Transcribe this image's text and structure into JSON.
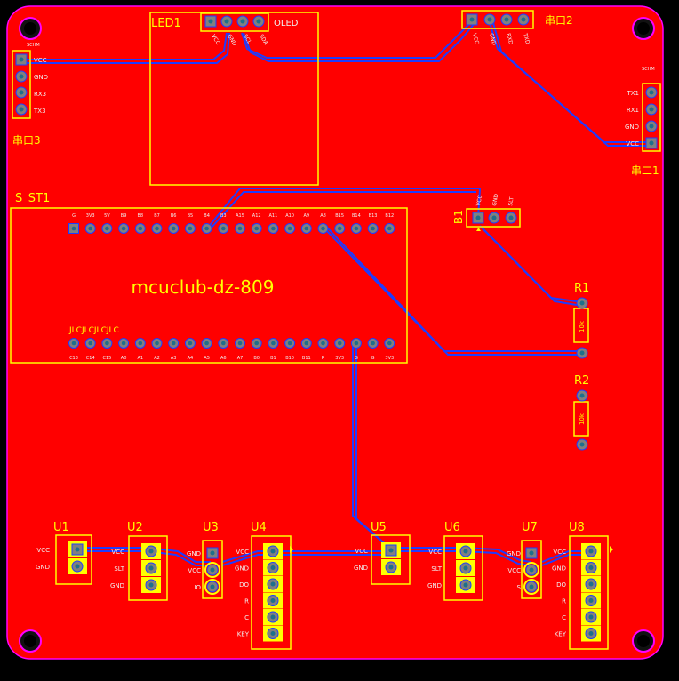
{
  "colors": {
    "board": "#ff0000",
    "outline": "#ff00ff",
    "silk": "#ffff00",
    "pad": "#808080",
    "trace_blue": "#1e3cff",
    "hole": "#000000",
    "label_white": "#f0f0f0"
  },
  "title": "mcuclub-dz-809",
  "jlc": "JLCJLCJLCJLC",
  "components": {
    "led1": {
      "ref": "LED1",
      "name": "OLED",
      "pins": [
        "VCC",
        "GND",
        "SCL",
        "SDA"
      ]
    },
    "port2": {
      "ref": "串口2",
      "pins": [
        "VCC",
        "GND",
        "RXD",
        "TXD"
      ]
    },
    "port3": {
      "ref": "串口3",
      "pins": [
        "VCC",
        "GND",
        "RX3",
        "TX3"
      ],
      "top": "SCHM"
    },
    "port1": {
      "ref": "串二1",
      "pins": [
        "TX1",
        "RX1",
        "GND",
        "VCC"
      ],
      "top": "SCHM"
    },
    "sst1": {
      "ref": "S_ST1"
    },
    "b1": {
      "ref": "B1",
      "pins": [
        "VCC",
        "GND",
        "SLT"
      ]
    },
    "r1": {
      "ref": "R1",
      "value": "10k"
    },
    "r2": {
      "ref": "R2",
      "value": "10k"
    },
    "u1": {
      "ref": "U1",
      "pins": [
        "VCC",
        "GND"
      ]
    },
    "u2": {
      "ref": "U2",
      "pins": [
        "VCC",
        "SLT",
        "GND"
      ]
    },
    "u3": {
      "ref": "U3",
      "pins": [
        "GND",
        "VCC",
        "IO"
      ]
    },
    "u4": {
      "ref": "U4",
      "pins": [
        "VCC",
        "GND",
        "DO",
        "R",
        "C",
        "KEY"
      ]
    },
    "u5": {
      "ref": "U5",
      "pins": [
        "VCC",
        "GND"
      ]
    },
    "u6": {
      "ref": "U6",
      "pins": [
        "VCC",
        "SLT",
        "GND"
      ]
    },
    "u7": {
      "ref": "U7",
      "pins": [
        "GND",
        "VCC",
        "S"
      ]
    },
    "u8": {
      "ref": "U8",
      "pins": [
        "VCC",
        "GND",
        "DO",
        "R",
        "C",
        "KEY"
      ]
    }
  },
  "mcu_top_pins": [
    "G",
    "3V3",
    "5V",
    "B9",
    "B8",
    "B7",
    "B6",
    "B5",
    "B4",
    "B3",
    "A15",
    "A12",
    "A11",
    "A10",
    "A9",
    "A8",
    "B15",
    "B14",
    "B13",
    "B12"
  ],
  "mcu_bottom_pins": [
    "C13",
    "C14",
    "C15",
    "A0",
    "A1",
    "A2",
    "A3",
    "A4",
    "A5",
    "A6",
    "A7",
    "B0",
    "B1",
    "B10",
    "B11",
    "R",
    "3V3",
    "G",
    "G",
    "3V3"
  ]
}
